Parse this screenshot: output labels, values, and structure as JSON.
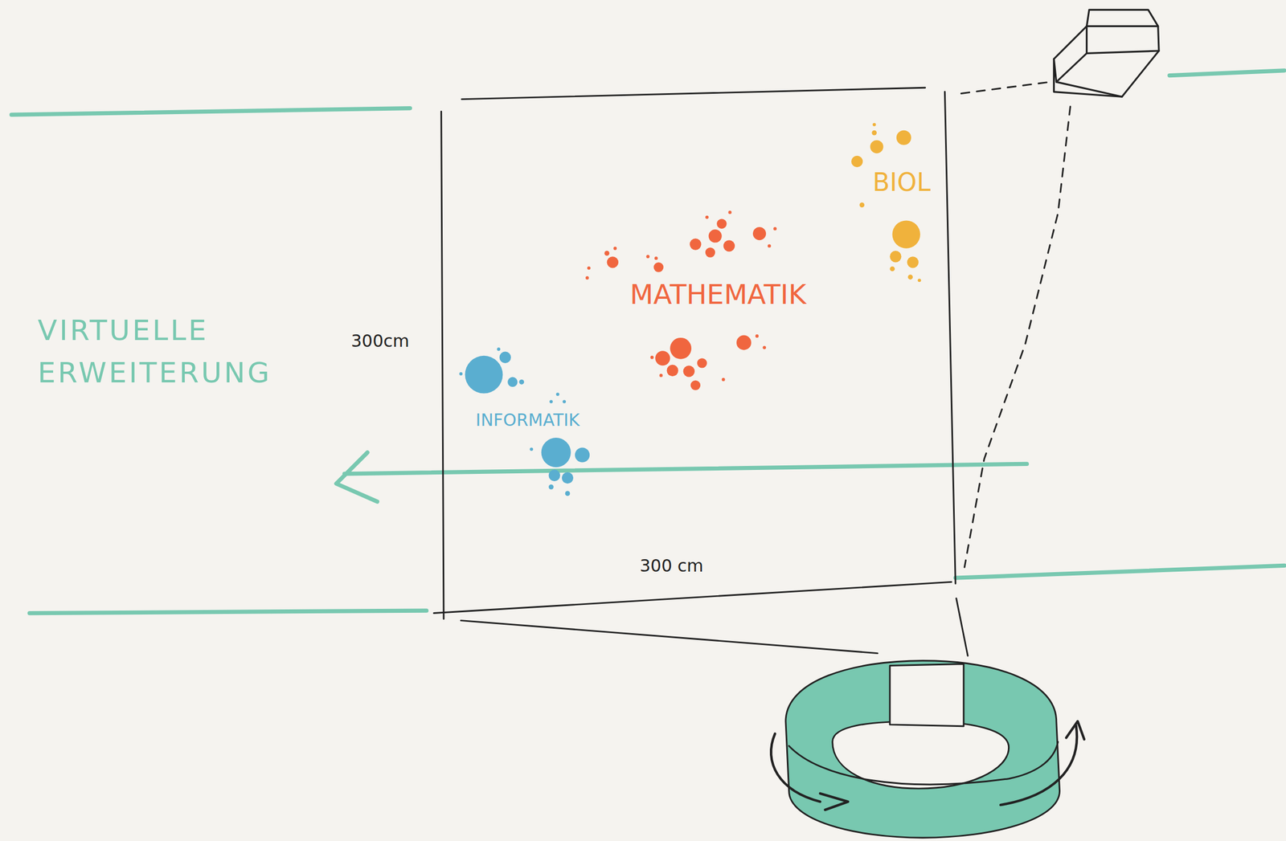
{
  "diagram": {
    "labels": [
      "VIRTUELLE ERWEITERUNG",
      "300cm",
      "300 cm",
      "MATHEMATIK",
      "INFORMATIK",
      "BIOL"
    ]
  }
}
